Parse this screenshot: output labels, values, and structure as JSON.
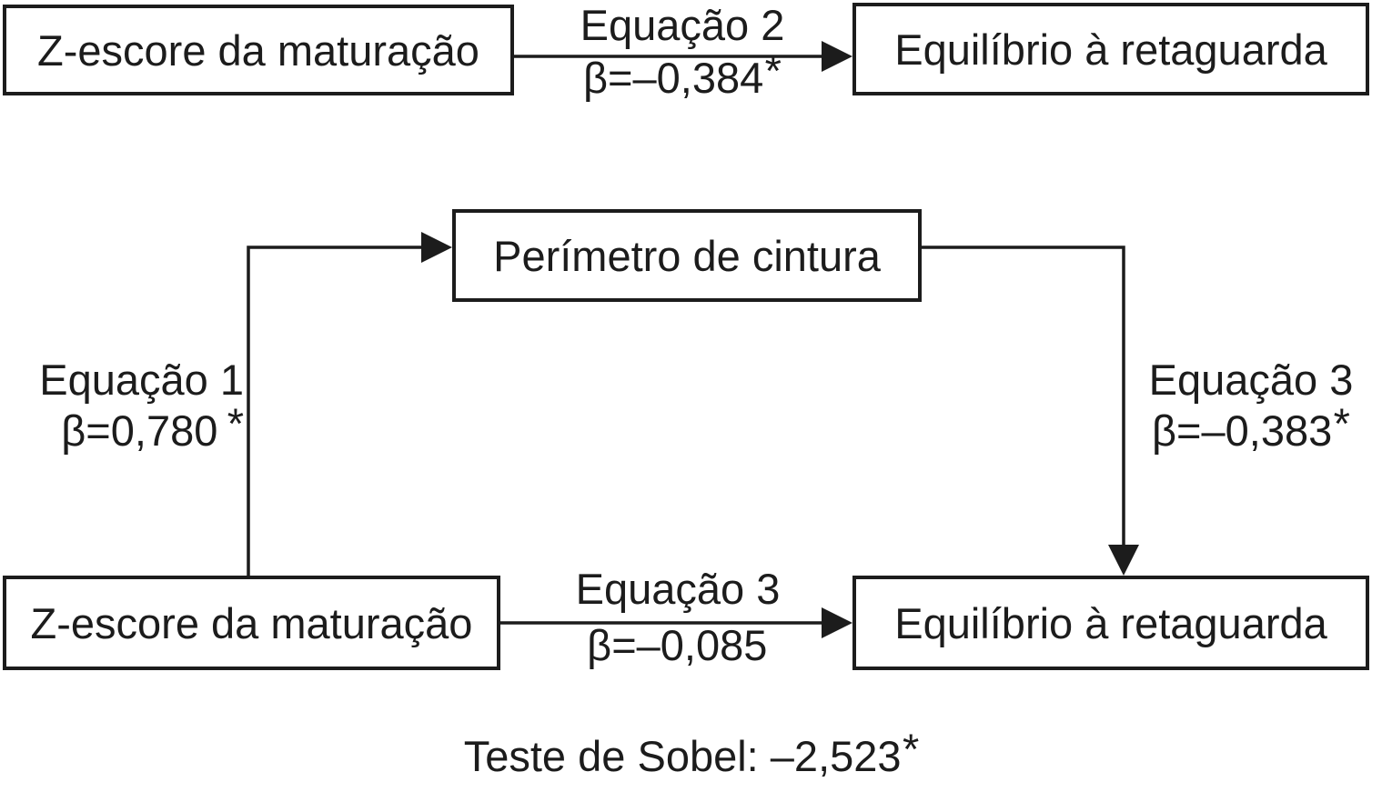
{
  "figure": {
    "type": "mediation-path-diagram",
    "background_color": "#ffffff",
    "ink_color": "#1c1c1c"
  },
  "direct_model": {
    "predictor_box": "Z-escore da maturação",
    "outcome_box": "Equilíbrio à retaguarda",
    "path": {
      "label": "Equação 2",
      "beta": "β=–0,384",
      "asterisk": "*"
    }
  },
  "mediation_model": {
    "predictor_box": "Z-escore da maturação",
    "mediator_box": "Perímetro de cintura",
    "outcome_box": "Equilíbrio à retaguarda",
    "path_predictor_to_mediator": {
      "label": "Equação 1",
      "beta": "β=0,780",
      "asterisk": "*"
    },
    "path_mediator_to_outcome": {
      "label": "Equação 3",
      "beta": "β=–0,383",
      "asterisk": "*"
    },
    "path_predictor_to_outcome": {
      "label": "Equação 3",
      "beta": "β=–0,085",
      "asterisk": ""
    }
  },
  "footer": {
    "sobel_text": "Teste de Sobel: –2,523",
    "asterisk": "*"
  }
}
